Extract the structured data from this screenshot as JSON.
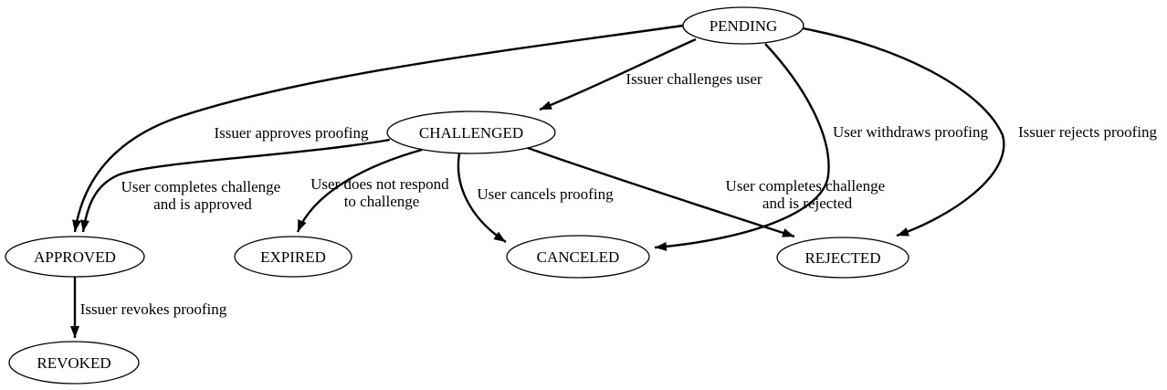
{
  "diagram": {
    "type": "directed-state-graph",
    "colors": {
      "background": "#ffffff",
      "line": "#000000",
      "text": "#000000"
    },
    "nodes": [
      {
        "id": "pending",
        "label": "PENDING"
      },
      {
        "id": "challenged",
        "label": "CHALLENGED"
      },
      {
        "id": "approved",
        "label": "APPROVED"
      },
      {
        "id": "expired",
        "label": "EXPIRED"
      },
      {
        "id": "canceled",
        "label": "CANCELED"
      },
      {
        "id": "rejected",
        "label": "REJECTED"
      },
      {
        "id": "revoked",
        "label": "REVOKED"
      }
    ],
    "edges": [
      {
        "from": "PENDING",
        "to": "CHALLENGED",
        "label": "Issuer challenges user"
      },
      {
        "from": "PENDING",
        "to": "APPROVED",
        "label": "Issuer approves proofing"
      },
      {
        "from": "PENDING",
        "to": "CANCELED",
        "label": "User withdraws proofing"
      },
      {
        "from": "PENDING",
        "to": "REJECTED",
        "label": "Issuer rejects proofing"
      },
      {
        "from": "CHALLENGED",
        "to": "APPROVED",
        "label": "User completes challenge and is approved",
        "label_lines": [
          "User completes challenge",
          "and is approved"
        ]
      },
      {
        "from": "CHALLENGED",
        "to": "EXPIRED",
        "label": "User does not respond to challenge",
        "label_lines": [
          "User does not respond",
          "to challenge"
        ]
      },
      {
        "from": "CHALLENGED",
        "to": "CANCELED",
        "label": "User cancels proofing"
      },
      {
        "from": "CHALLENGED",
        "to": "REJECTED",
        "label": "User completes challenge and is rejected",
        "label_lines": [
          "User completes challenge",
          "and is rejected"
        ]
      },
      {
        "from": "APPROVED",
        "to": "REVOKED",
        "label": "Issuer revokes proofing"
      }
    ]
  }
}
